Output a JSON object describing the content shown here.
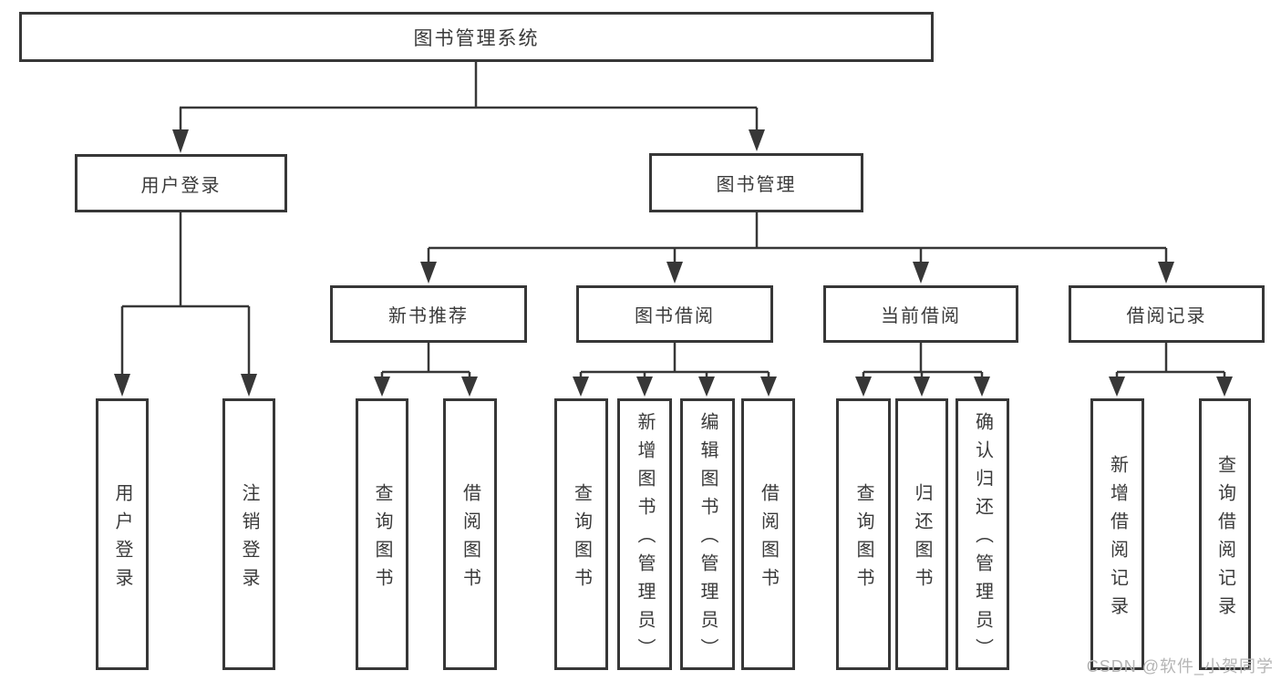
{
  "colors": {
    "line": "#373737",
    "text": "#3a3a3a",
    "watermark": "#b5b5b5",
    "background": "#ffffff"
  },
  "watermark": "CSDN @软件_小贺同学",
  "tree": {
    "root": {
      "label": "图书管理系统"
    },
    "children": [
      {
        "label": "用户登录",
        "children": [
          {
            "label": "用户登录"
          },
          {
            "label": "注销登录"
          }
        ]
      },
      {
        "label": "图书管理",
        "children": [
          {
            "label": "新书推荐",
            "children": [
              {
                "label": "查询图书"
              },
              {
                "label": "借阅图书"
              }
            ]
          },
          {
            "label": "图书借阅",
            "children": [
              {
                "label": "查询图书"
              },
              {
                "label": "新增图书（管理员）"
              },
              {
                "label": "编辑图书（管理员）"
              },
              {
                "label": "借阅图书"
              }
            ]
          },
          {
            "label": "当前借阅",
            "children": [
              {
                "label": "查询图书"
              },
              {
                "label": "归还图书"
              },
              {
                "label": "确认归还（管理员）"
              }
            ]
          },
          {
            "label": "借阅记录",
            "children": [
              {
                "label": "新增借阅记录"
              },
              {
                "label": "查询借阅记录"
              }
            ]
          }
        ]
      }
    ]
  }
}
